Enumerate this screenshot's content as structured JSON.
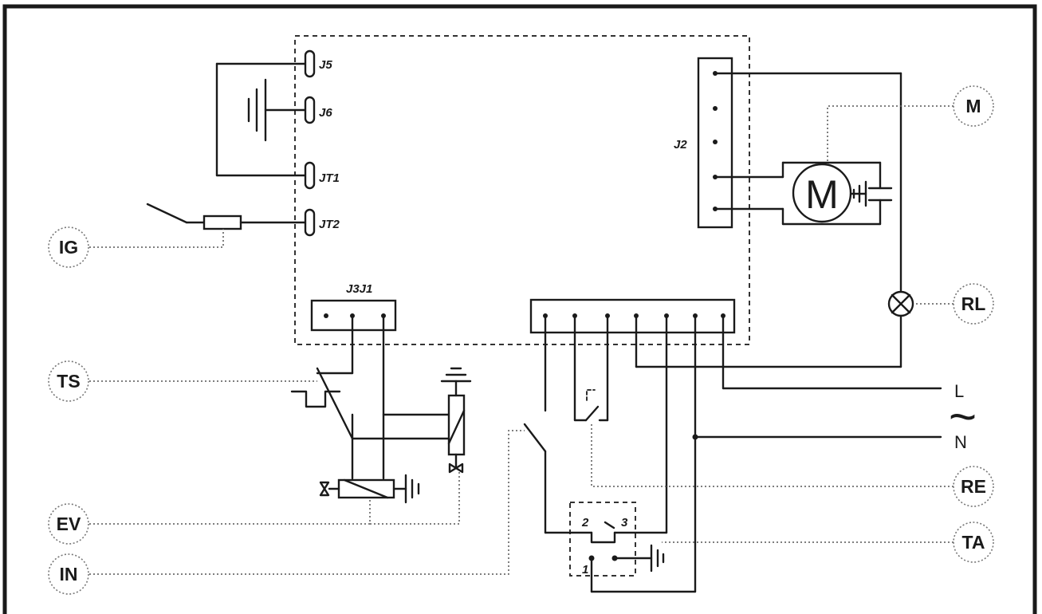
{
  "connectors": {
    "j5": "J5",
    "j6": "J6",
    "jt1": "JT1",
    "jt2": "JT2",
    "j2": "J2",
    "j3j1": "J3J1"
  },
  "callouts": {
    "m": "M",
    "rl": "RL",
    "ig": "IG",
    "ts": "TS",
    "ev": "EV",
    "in": "IN",
    "re": "RE",
    "ta": "TA"
  },
  "motor_symbol": "M",
  "supply": {
    "line": "L",
    "neutral": "N",
    "ac_symbol": "~"
  },
  "thermostat_terminals": {
    "t1": "1",
    "t2": "2",
    "t3": "3"
  }
}
